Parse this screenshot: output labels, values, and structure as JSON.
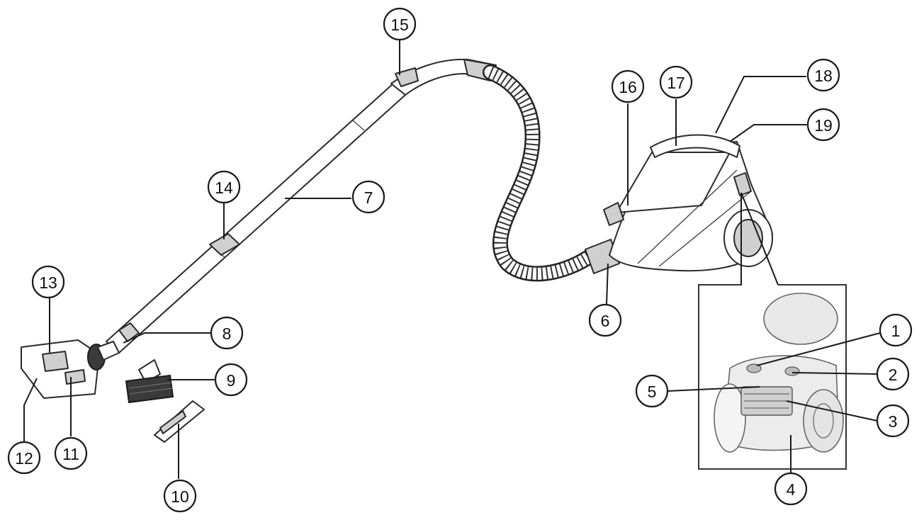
{
  "callouts": [
    {
      "num": "1"
    },
    {
      "num": "2"
    },
    {
      "num": "3"
    },
    {
      "num": "4"
    },
    {
      "num": "5"
    },
    {
      "num": "6"
    },
    {
      "num": "7"
    },
    {
      "num": "8"
    },
    {
      "num": "9"
    },
    {
      "num": "10"
    },
    {
      "num": "11"
    },
    {
      "num": "12"
    },
    {
      "num": "13"
    },
    {
      "num": "14"
    },
    {
      "num": "15"
    },
    {
      "num": "16"
    },
    {
      "num": "17"
    },
    {
      "num": "18"
    },
    {
      "num": "19"
    }
  ],
  "colors": {
    "line": "#1a1a1a",
    "fill": "#ffffff",
    "shade": "#cfcfcf"
  }
}
